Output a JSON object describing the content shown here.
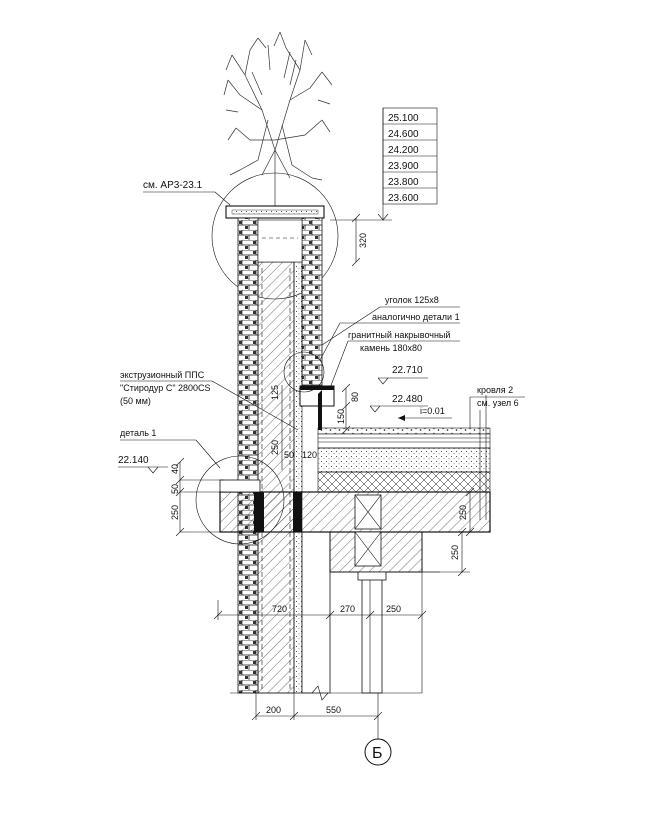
{
  "elevations": [
    "25.100",
    "24.600",
    "24.200",
    "23.900",
    "23.800",
    "23.600"
  ],
  "level_marks": {
    "parapet_stone": "22.710",
    "roof_top": "22.480",
    "left_ledge": "22.140"
  },
  "callouts": {
    "ref_top": "см. АР3-23.1",
    "angle": "уголок 125х8",
    "similar_detail": "аналогично детали 1",
    "granite_line1": "гранитный накрывочный",
    "granite_line2": "камень 180х80",
    "eps_line1": "экструзионный ППС",
    "eps_line2": "\"Стиродур С\" 2800CS",
    "eps_line3": "(50 мм)",
    "detail1": "деталь 1",
    "roof_line1": "кровля 2",
    "roof_line2": "см. узел 6",
    "slope": "i=0.01",
    "section_mark": "Б"
  },
  "dimensions": {
    "d320": "320",
    "d125": "125",
    "d250_wall": "250",
    "d50_wall": "50",
    "d120": "120",
    "d150": "150",
    "d80": "80",
    "d40": "40",
    "d50_left": "50",
    "d250_left": "250",
    "d250_right": "250",
    "d250_beam": "250",
    "d720": "720",
    "d270": "270",
    "d250_bottom": "250",
    "d200": "200",
    "d550": "550"
  },
  "colors": {
    "ink": "#111111",
    "paper": "#ffffff"
  }
}
